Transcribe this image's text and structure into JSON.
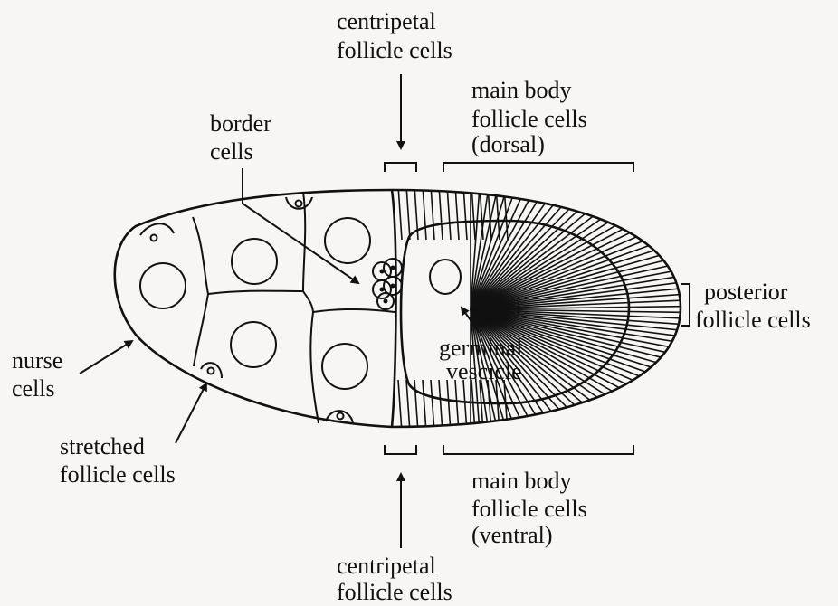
{
  "labels": {
    "centripetal_top": [
      "centripetal",
      "follicle cells"
    ],
    "main_body_dorsal": [
      "main body",
      "follicle cells",
      "(dorsal)"
    ],
    "border_cells": [
      "border",
      "cells"
    ],
    "posterior": [
      "posterior",
      "follicle cells"
    ],
    "germinal_vesicle": [
      "germinal",
      "vescicle"
    ],
    "nurse_cells": [
      "nurse",
      "cells"
    ],
    "stretched": [
      "stretched",
      "follicle cells"
    ],
    "main_body_ventral": [
      "main body",
      "follicle cells",
      "(ventral)"
    ],
    "centripetal_bottom": [
      "centripetal",
      "follicle cells"
    ]
  }
}
